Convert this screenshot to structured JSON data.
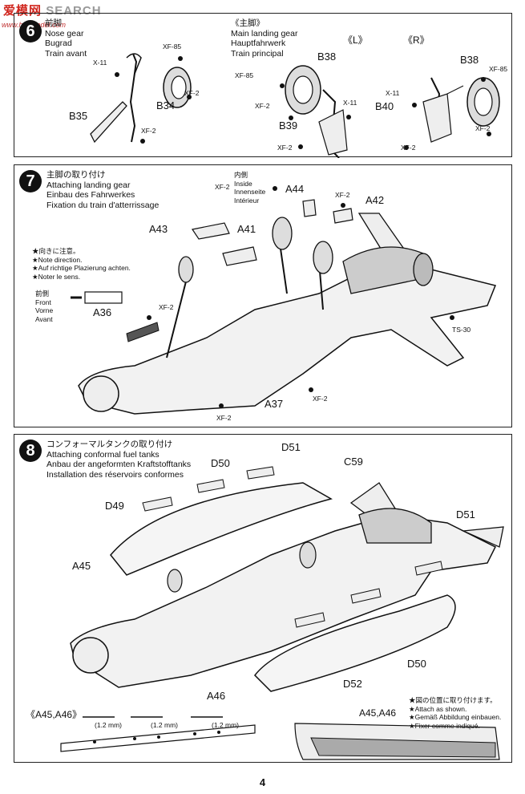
{
  "watermark": {
    "cn": "爱模网",
    "en": "SEARCH",
    "sub": "www.hasmodel.com"
  },
  "step6": {
    "nose": {
      "jp": "前脚",
      "en": "Nose gear",
      "de": "Bugrad",
      "fr": "Train avant"
    },
    "main": {
      "jp": "《主脚》",
      "en": "Main landing gear",
      "de": "Hauptfahrwerk",
      "fr": "Train principal"
    },
    "left": "《L》",
    "right": "《R》",
    "labels": {
      "xf85a": "XF-85",
      "x11a": "X-11",
      "b34": "B34",
      "xf2a": "XF-2",
      "b35": "B35",
      "xf2b": "XF-2",
      "b38a": "B38",
      "xf85b": "XF-85",
      "xf2c": "XF-2",
      "x11b": "X-11",
      "b39": "B39",
      "xf2d": "XF-2",
      "b38b": "B38",
      "xf85c": "XF-85",
      "x11c": "X-11",
      "b40": "B40",
      "xf2e": "XF-2",
      "xf2f": "XF-2"
    }
  },
  "step7": {
    "num": "7",
    "jp": "主脚の取り付け",
    "en": "Attaching landing gear",
    "de": "Einbau des Fahrwerkes",
    "fr": "Fixation du train d'atterrissage",
    "inside": {
      "color": "XF-2",
      "jp": "内側",
      "en": "Inside",
      "de": "Innenseite",
      "fr": "Intérieur"
    },
    "direction": [
      "★向きに注意。",
      "★Note direction.",
      "★Auf richtige Plazierung achten.",
      "★Noter le sens."
    ],
    "front": [
      "前側",
      "Front",
      "Vorne",
      "Avant"
    ],
    "labels": {
      "a44": "A44",
      "xf2a": "XF-2",
      "a42": "A42",
      "a43": "A43",
      "a41": "A41",
      "a36": "A36",
      "xf2b": "XF-2",
      "ts30": "TS-30",
      "a37": "A37",
      "xf2c": "XF-2",
      "xf2d": "XF-2"
    }
  },
  "step8": {
    "num": "8",
    "jp": "コンフォーマルタンクの取り付け",
    "en": "Attaching conformal fuel tanks",
    "de": "Anbau der angeformten Kraftstofftanks",
    "fr": "Installation des réservoirs conformes",
    "labels": {
      "d51a": "D51",
      "d50a": "D50",
      "c59": "C59",
      "d49": "D49",
      "d51b": "D51",
      "a45": "A45",
      "d50b": "D50",
      "d52": "D52",
      "a46": "A46"
    },
    "detail_title": "《A45,A46》",
    "drill": [
      "(1.2 mm)",
      "(1.2 mm)",
      "(1.2 mm)"
    ],
    "detail2_label": "A45,A46",
    "attach": [
      "★図の位置に取り付けます。",
      "★Attach as shown.",
      "★Gemäß Abbildung einbauen.",
      "★Fixer comme indiqué."
    ]
  },
  "page_number": "4"
}
